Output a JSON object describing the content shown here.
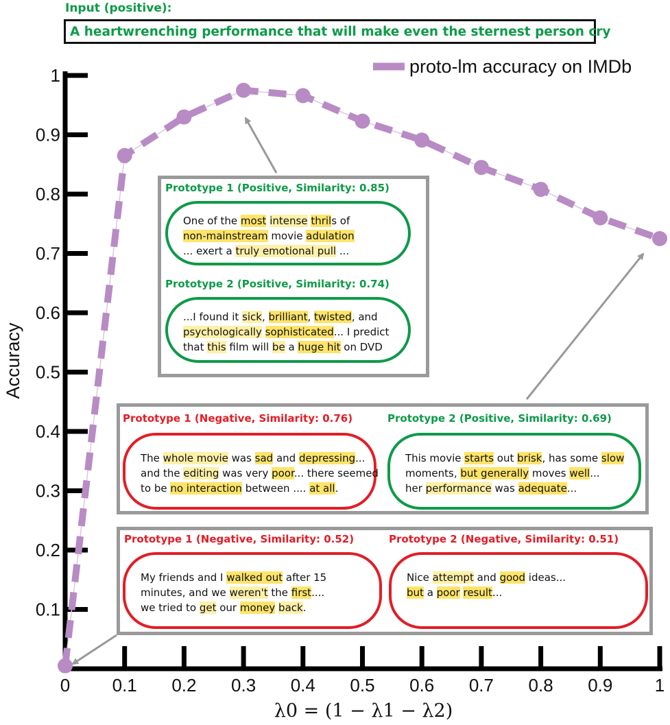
{
  "input": {
    "label": "Input (positive):",
    "text": "A heartwrenching performance that will make even the sternest person cry"
  },
  "chart_data": {
    "type": "line",
    "xlabel": "λ0 = (1 − λ1 − λ2)",
    "ylabel": "Accuracy",
    "xlim": [
      0,
      1
    ],
    "ylim": [
      0,
      1
    ],
    "xticks": [
      "0",
      "0.1",
      "0.2",
      "0.3",
      "0.4",
      "0.5",
      "0.6",
      "0.7",
      "0.8",
      "0.9",
      "1"
    ],
    "yticks": [
      "0.1",
      "0.2",
      "0.3",
      "0.4",
      "0.5",
      "0.6",
      "0.7",
      "0.8",
      "0.9",
      "1"
    ],
    "legend_position": "top-right",
    "grid": false,
    "series": [
      {
        "name": "proto-lm accuracy on IMDb",
        "color": "#b88bc4",
        "style": "dashed",
        "x": [
          0,
          0.1,
          0.2,
          0.3,
          0.4,
          0.5,
          0.6,
          0.7,
          0.8,
          0.9,
          1.0
        ],
        "y": [
          0.005,
          0.865,
          0.93,
          0.975,
          0.966,
          0.923,
          0.891,
          0.845,
          0.808,
          0.76,
          0.725
        ]
      }
    ]
  },
  "panels": {
    "p03": {
      "proto1": {
        "title": "Prototype 1 (Positive, Similarity: 0.85)",
        "lines": [
          [
            [
              "One of the ",
              ""
            ],
            [
              "most",
              "hl1"
            ],
            [
              " ",
              ""
            ],
            [
              "intense",
              "hl2"
            ],
            [
              " ",
              ""
            ],
            [
              "thril",
              "hl1"
            ],
            [
              "s of",
              ""
            ]
          ],
          [
            [
              "non-mainstream",
              "hl1"
            ],
            [
              " movie ",
              ""
            ],
            [
              "adulation",
              "hl1"
            ]
          ],
          [
            [
              "... exert a ",
              ""
            ],
            [
              "truly emotional pull",
              "hl2"
            ],
            [
              " ...",
              ""
            ]
          ]
        ]
      },
      "proto2": {
        "title": "Prototype 2 (Positive, Similarity: 0.74)",
        "lines": [
          [
            [
              "...I found it ",
              ""
            ],
            [
              "sick",
              "hl2"
            ],
            [
              ", ",
              ""
            ],
            [
              "brilliant",
              "hl1"
            ],
            [
              ", ",
              ""
            ],
            [
              "twisted",
              "hl1"
            ],
            [
              ", and",
              ""
            ]
          ],
          [
            [
              "psychologically",
              "hl2"
            ],
            [
              " ",
              ""
            ],
            [
              "sophisticated",
              "hl1"
            ],
            [
              "... I predict",
              ""
            ]
          ],
          [
            [
              "that ",
              ""
            ],
            [
              "this",
              "hl2"
            ],
            [
              " film will ",
              ""
            ],
            [
              "be",
              "hl2"
            ],
            [
              " a ",
              ""
            ],
            [
              "huge hit",
              "hl1"
            ],
            [
              " on DVD",
              ""
            ]
          ]
        ]
      }
    },
    "p1": {
      "proto1": {
        "title": "Prototype 1 (Negative, Similarity: 0.76)",
        "lines": [
          [
            [
              "The ",
              ""
            ],
            [
              "whole movie",
              "hl2"
            ],
            [
              " was ",
              ""
            ],
            [
              "sad",
              "hl1"
            ],
            [
              " and ",
              ""
            ],
            [
              "depressing",
              "hl1"
            ],
            [
              "...",
              ""
            ]
          ],
          [
            [
              "and the ",
              ""
            ],
            [
              "editing",
              "hl2"
            ],
            [
              " was very ",
              ""
            ],
            [
              "poor",
              "hl1"
            ],
            [
              "... there seemed",
              ""
            ]
          ],
          [
            [
              "to be ",
              ""
            ],
            [
              "no interaction",
              "hl1"
            ],
            [
              " between .... ",
              ""
            ],
            [
              "at all",
              "hl1"
            ],
            [
              ".",
              ""
            ]
          ]
        ]
      },
      "proto2": {
        "title": "Prototype 2 (Positive, Similarity: 0.69)",
        "lines": [
          [
            [
              "This movie ",
              ""
            ],
            [
              "starts",
              "hl1"
            ],
            [
              " out ",
              ""
            ],
            [
              "brisk",
              "hl1"
            ],
            [
              ", has some ",
              ""
            ],
            [
              "slow",
              "hl1"
            ]
          ],
          [
            [
              "moments, ",
              ""
            ],
            [
              "but generally",
              "hl1"
            ],
            [
              " moves ",
              ""
            ],
            [
              "well",
              "hl1"
            ],
            [
              "...",
              ""
            ]
          ],
          [
            [
              "her ",
              ""
            ],
            [
              "performance",
              "hl2"
            ],
            [
              " was ",
              ""
            ],
            [
              "adequate",
              "hl1"
            ],
            [
              "...",
              ""
            ]
          ]
        ]
      }
    },
    "p0": {
      "proto1": {
        "title": "Prototype 1 (Negative, Similarity: 0.52)",
        "lines": [
          [
            [
              "My friends and I ",
              ""
            ],
            [
              "walked out",
              "hl1"
            ],
            [
              " after 15",
              ""
            ]
          ],
          [
            [
              "minutes, and we ",
              ""
            ],
            [
              "weren't",
              "hl2"
            ],
            [
              " the ",
              ""
            ],
            [
              "first",
              "hl1"
            ],
            [
              "....",
              ""
            ]
          ],
          [
            [
              "we tried to ",
              ""
            ],
            [
              "get",
              "hl2"
            ],
            [
              " our ",
              ""
            ],
            [
              "money",
              "hl1"
            ],
            [
              " ",
              ""
            ],
            [
              "back",
              "hl2"
            ],
            [
              ".",
              ""
            ]
          ]
        ]
      },
      "proto2": {
        "title": "Prototype 2 (Negative, Similarity: 0.51)",
        "lines": [
          [
            [
              "Nice ",
              ""
            ],
            [
              "attempt",
              "hl2"
            ],
            [
              " and ",
              ""
            ],
            [
              "good",
              "hl1"
            ],
            [
              " ideas...",
              ""
            ]
          ],
          [
            [
              "but",
              "hl1"
            ],
            [
              " a ",
              ""
            ],
            [
              "poor",
              "hl1"
            ],
            [
              " ",
              ""
            ],
            [
              "result",
              "hl1"
            ],
            [
              "...",
              ""
            ]
          ]
        ]
      }
    }
  }
}
